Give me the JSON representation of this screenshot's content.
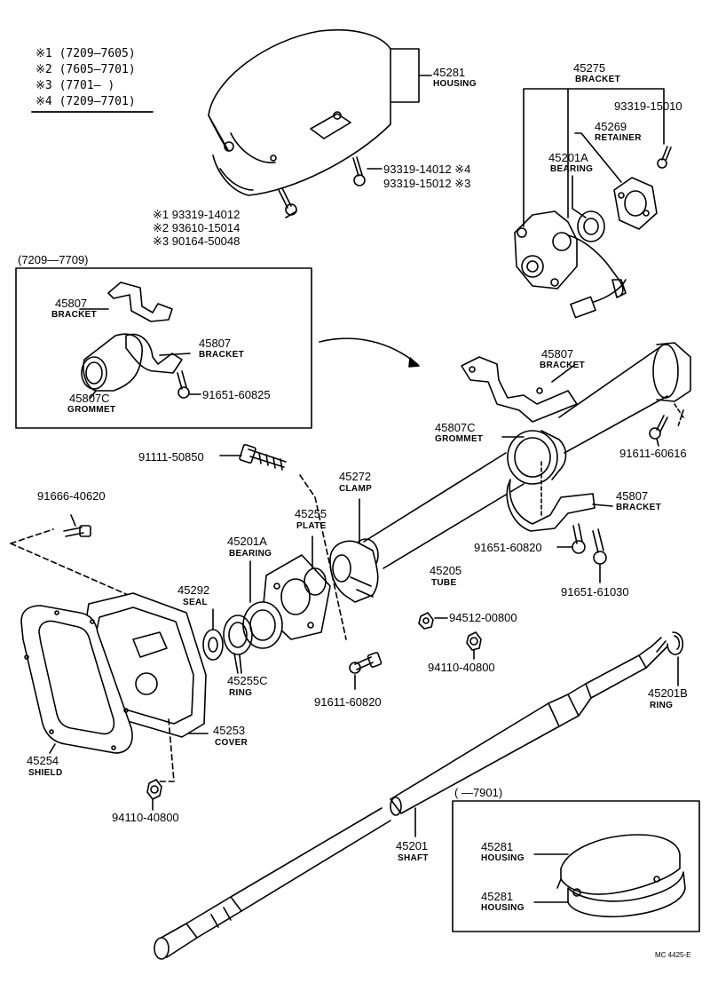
{
  "legend": [
    {
      "mark": "※1",
      "range": "(7209—7605)"
    },
    {
      "mark": "※2",
      "range": "(7605—7701)"
    },
    {
      "mark": "※3",
      "range": "(7701—     )"
    },
    {
      "mark": "※4",
      "range": "(7209—7701)"
    }
  ],
  "inset_a": {
    "range": "(7209—7709)"
  },
  "inset_b": {
    "range": "(      —7901)"
  },
  "housing_screws": [
    "※1 93319-14012",
    "※2 93610-15014",
    "※3 90164-50048"
  ],
  "parts": {
    "housing_top": {
      "number": "45281",
      "name": "HOUSING"
    },
    "screw_a": {
      "number": "93319-14012 ※4"
    },
    "screw_b": {
      "number": "93319-15012 ※3"
    },
    "bracket_45275": {
      "number": "45275",
      "name": "BRACKET"
    },
    "screw_15010": {
      "number": "93319-15010"
    },
    "retainer": {
      "number": "45269",
      "name": "RETAINER"
    },
    "bearing_upper": {
      "number": "45201A",
      "name": "BEARING"
    },
    "bracket_a1": {
      "number": "45807",
      "name": "BRACKET"
    },
    "bracket_a2": {
      "number": "45807",
      "name": "BRACKET"
    },
    "grommet_a": {
      "number": "45807C",
      "name": "GROMMET"
    },
    "bolt_a": {
      "number": "91651-60825"
    },
    "bracket_main1": {
      "number": "45807",
      "name": "BRACKET"
    },
    "grommet_main": {
      "number": "45807C",
      "name": "GROMMET"
    },
    "bolt_616": {
      "number": "91611-60616"
    },
    "bolt_850": {
      "number": "91111-50850"
    },
    "clamp": {
      "number": "45272",
      "name": "CLAMP"
    },
    "plate": {
      "number": "45255",
      "name": "PLATE"
    },
    "bracket_main2": {
      "number": "45807",
      "name": "BRACKET"
    },
    "bolt_620": {
      "number": "91666-40620"
    },
    "bearing_lower": {
      "number": "45201A",
      "name": "BEARING"
    },
    "tube": {
      "number": "45205",
      "name": "TUBE"
    },
    "bolt_820a": {
      "number": "91651-60820"
    },
    "bolt_1030": {
      "number": "91651-61030"
    },
    "seal": {
      "number": "45292",
      "name": "SEAL"
    },
    "nut_800": {
      "number": "94512-00800"
    },
    "nut_40800a": {
      "number": "94110-40800"
    },
    "ring_c": {
      "number": "45255C",
      "name": "RING"
    },
    "ring_b": {
      "number": "45201B",
      "name": "RING"
    },
    "bolt_820b": {
      "number": "91611-60820"
    },
    "cover": {
      "number": "45253",
      "name": "COVER"
    },
    "shield": {
      "number": "45254",
      "name": "SHIELD"
    },
    "nut_40800b": {
      "number": "94110-40800"
    },
    "shaft": {
      "number": "45201",
      "name": "SHAFT"
    },
    "housing_b1": {
      "number": "45281",
      "name": "HOUSING"
    },
    "housing_b2": {
      "number": "45281",
      "name": "HOUSING"
    }
  },
  "footer_code": "MC 4425-E"
}
